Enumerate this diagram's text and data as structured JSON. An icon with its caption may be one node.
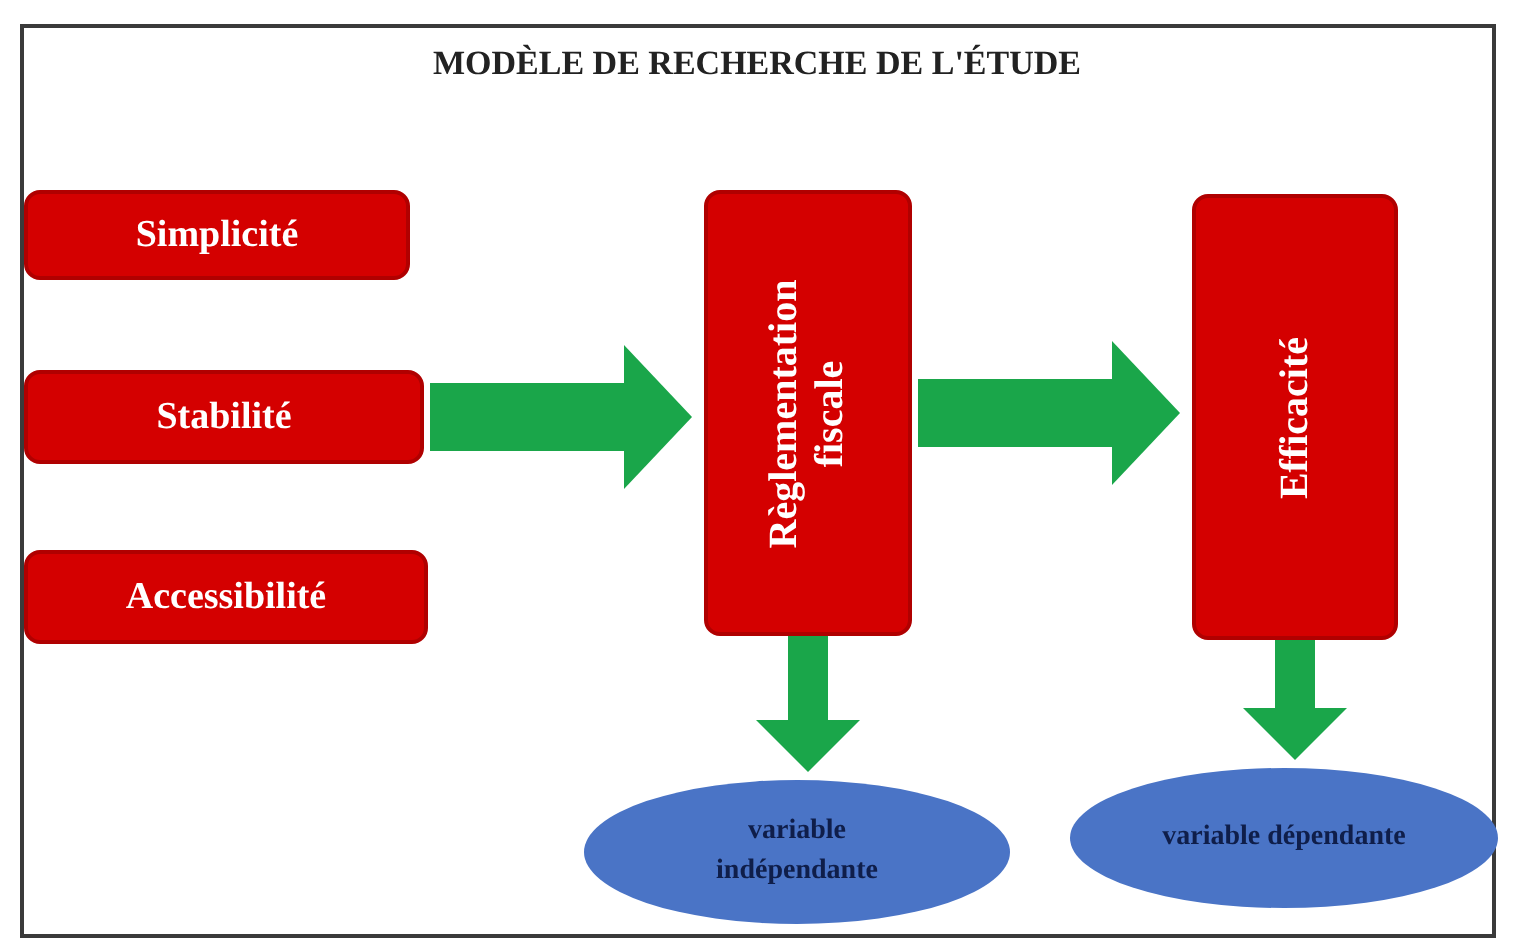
{
  "diagram": {
    "title": "MODÈLE DE RECHERCHE DE L'ÉTUDE",
    "nodes": [
      {
        "text": [
          "Simplicité"
        ]
      },
      {
        "text": [
          "Stabilité"
        ]
      },
      {
        "text": [
          "Accessibilité"
        ]
      },
      {
        "text": [
          "Règlementation fiscale"
        ]
      },
      {
        "text": [
          "Efficacité"
        ]
      },
      {
        "text": [
          "variable indépendante"
        ]
      },
      {
        "text": [
          "variable dépendante"
        ]
      }
    ],
    "edges": [
      {
        "from": 1,
        "to": 3,
        "arrow": "to"
      },
      {
        "from": 3,
        "to": 4,
        "arrow": "to"
      },
      {
        "from": 3,
        "to": 5,
        "arrow": "to"
      },
      {
        "from": 4,
        "to": 6,
        "arrow": "to"
      }
    ]
  }
}
